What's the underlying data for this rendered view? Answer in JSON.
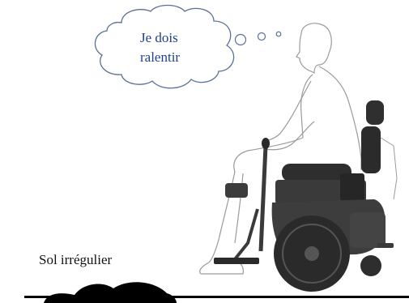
{
  "thought": {
    "line1": "Je dois",
    "line2": "ralentir"
  },
  "ground": {
    "label": "Sol irrégulier"
  },
  "colors": {
    "thought_text": "#1f3f8f",
    "cloud_stroke": "#5a6f9a",
    "person_outline": "#9a9a9a",
    "chair_dark": "#2b2b2b",
    "ground_line": "#000000"
  }
}
